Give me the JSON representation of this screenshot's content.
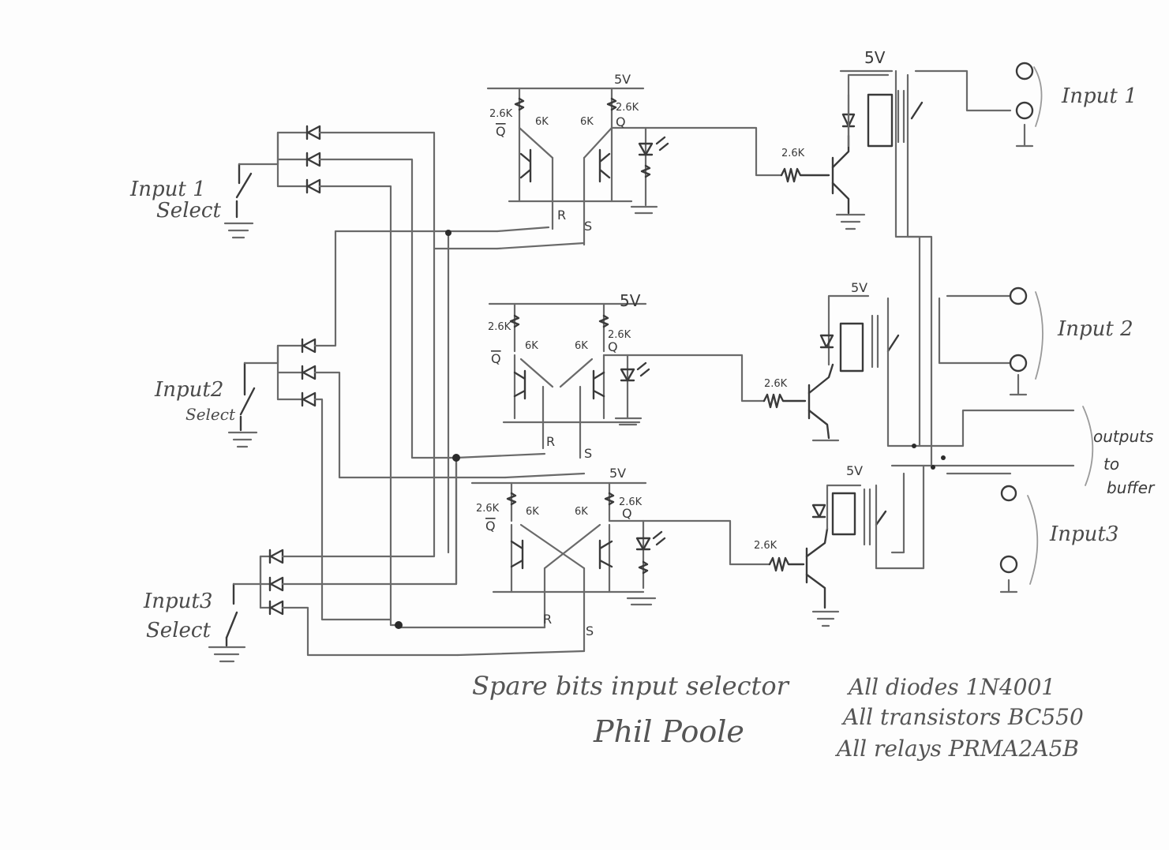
{
  "inputs": [
    {
      "select_label_1": "Input 1",
      "select_label_2": "Select",
      "group_label": "Input 1"
    },
    {
      "select_label_1": "Input2",
      "select_label_2": "Select",
      "group_label": "Input 2"
    },
    {
      "select_label_1": "Input3",
      "select_label_2": "Select",
      "group_label": "Input3"
    }
  ],
  "flipflop": {
    "supply": "5V",
    "r_pullup": "2.6K",
    "r_cross": "6K",
    "q_label": "Q",
    "qbar_label": "Q",
    "reset_label": "R",
    "set_label": "S"
  },
  "driver": {
    "base_resistor": "2.6K",
    "relay_supply": "5V"
  },
  "outputs_label": {
    "line1": "outputs",
    "line2": "to",
    "line3": "buffer"
  },
  "title": {
    "line1": "Spare bits input selector",
    "line2": "Phil Poole"
  },
  "notes": {
    "diodes": "All diodes 1N4001",
    "transistors": "All transistors BC550",
    "relays": "All relays PRMA2A5B"
  },
  "colors": {
    "ink": "#3a3a3a",
    "pencil": "#6a6a6a",
    "paper": "#fdfdfd"
  }
}
